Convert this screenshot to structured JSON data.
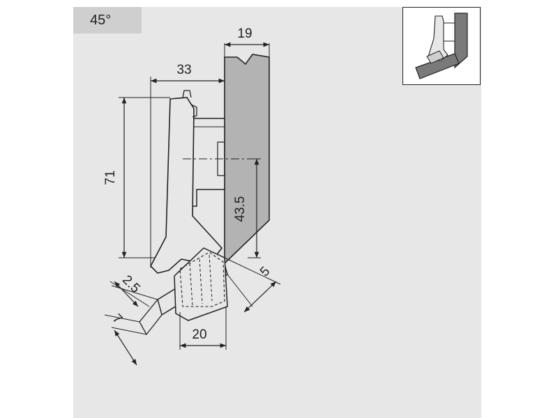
{
  "angle_label": "45°",
  "dimensions": {
    "d19": "19",
    "d33": "33",
    "d71": "71",
    "d43_5": "43.5",
    "d5": "5",
    "d2_5": "2.5",
    "d7": "7",
    "d20": "20"
  },
  "colors": {
    "background": "#e7e7e8",
    "tab": "#cfcfcf",
    "panel_fill": "#b3b3b3",
    "line": "#222222"
  }
}
